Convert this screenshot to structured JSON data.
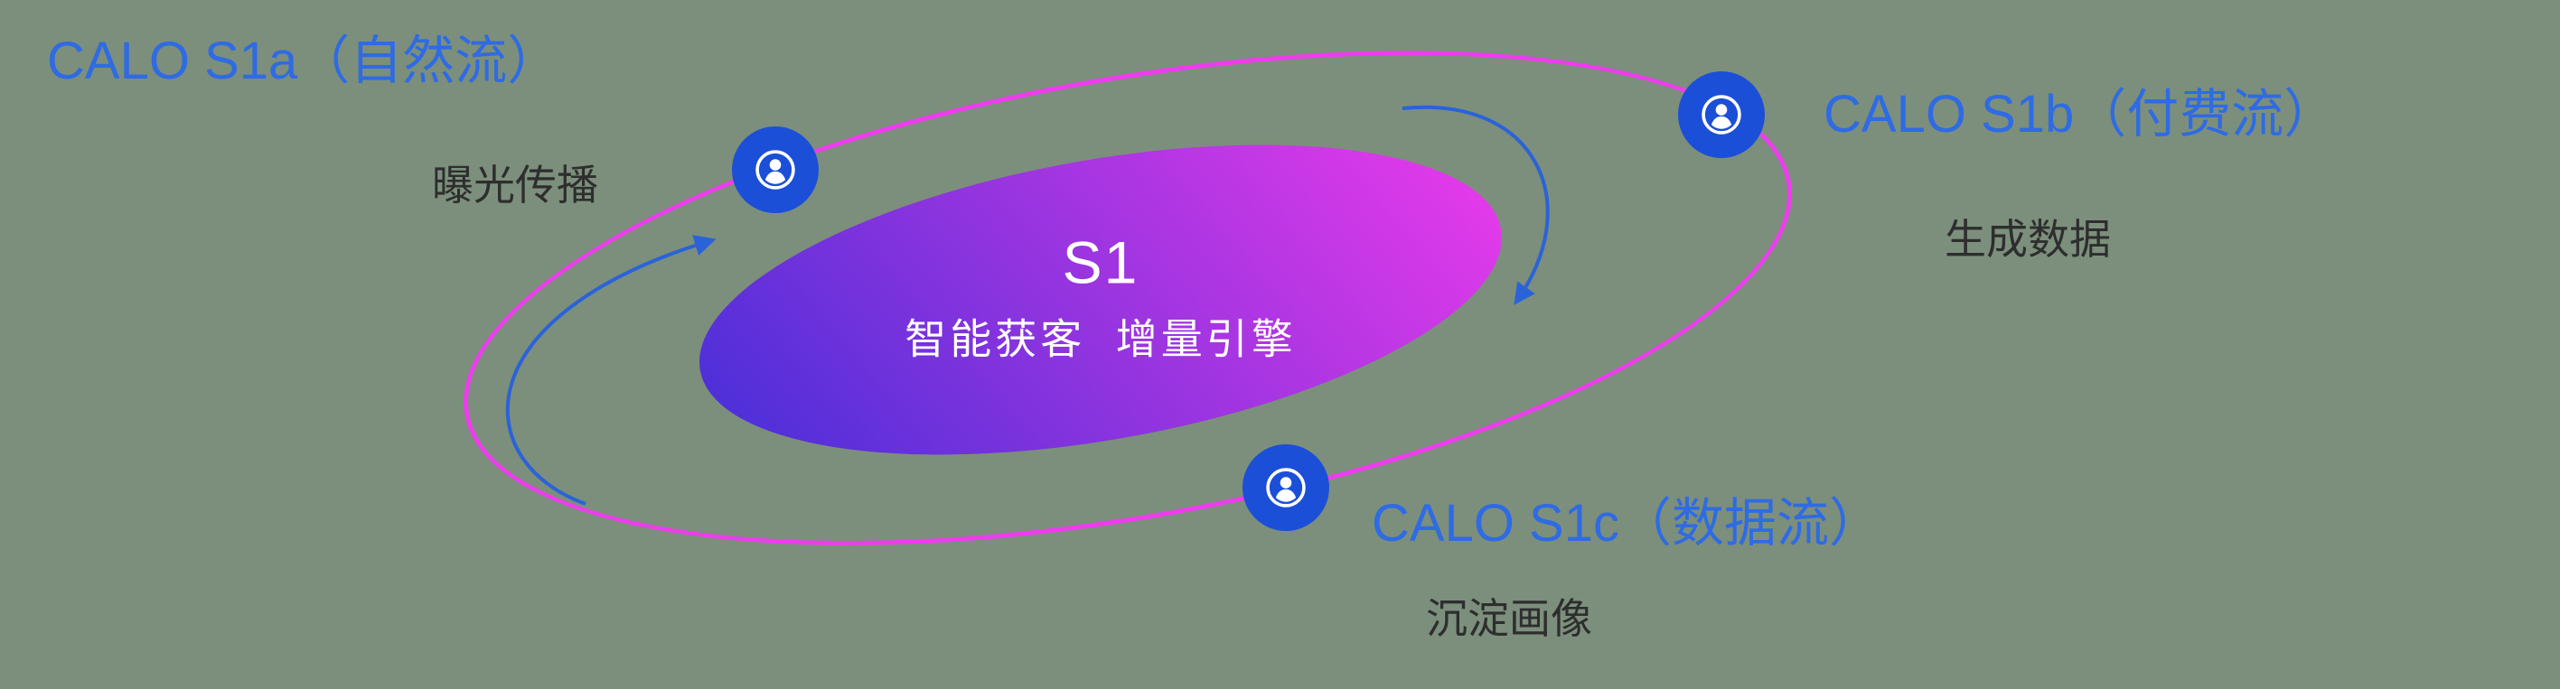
{
  "center": {
    "title": "S1",
    "subtitle": "智能获客  增量引擎"
  },
  "nodes": [
    {
      "id": "s1a",
      "label": "CALO S1a（自然流）",
      "sublabel": "曝光传播",
      "icon": "user-circle-icon"
    },
    {
      "id": "s1b",
      "label": "CALO S1b（付费流）",
      "sublabel": "生成数据",
      "icon": "user-circle-icon"
    },
    {
      "id": "s1c",
      "label": "CALO S1c（数据流）",
      "sublabel": "沉淀画像",
      "icon": "user-circle-icon"
    }
  ],
  "colors": {
    "bg": "#7c8f7c",
    "orbit": "#ee3cee",
    "node_blue": "#1b4fd8",
    "label_blue": "#2e6be4",
    "sub_dark": "#2e2e2e",
    "arrow_blue": "#2a63d9",
    "grad_start": "#4b2fd8",
    "grad_end": "#e63aea"
  }
}
